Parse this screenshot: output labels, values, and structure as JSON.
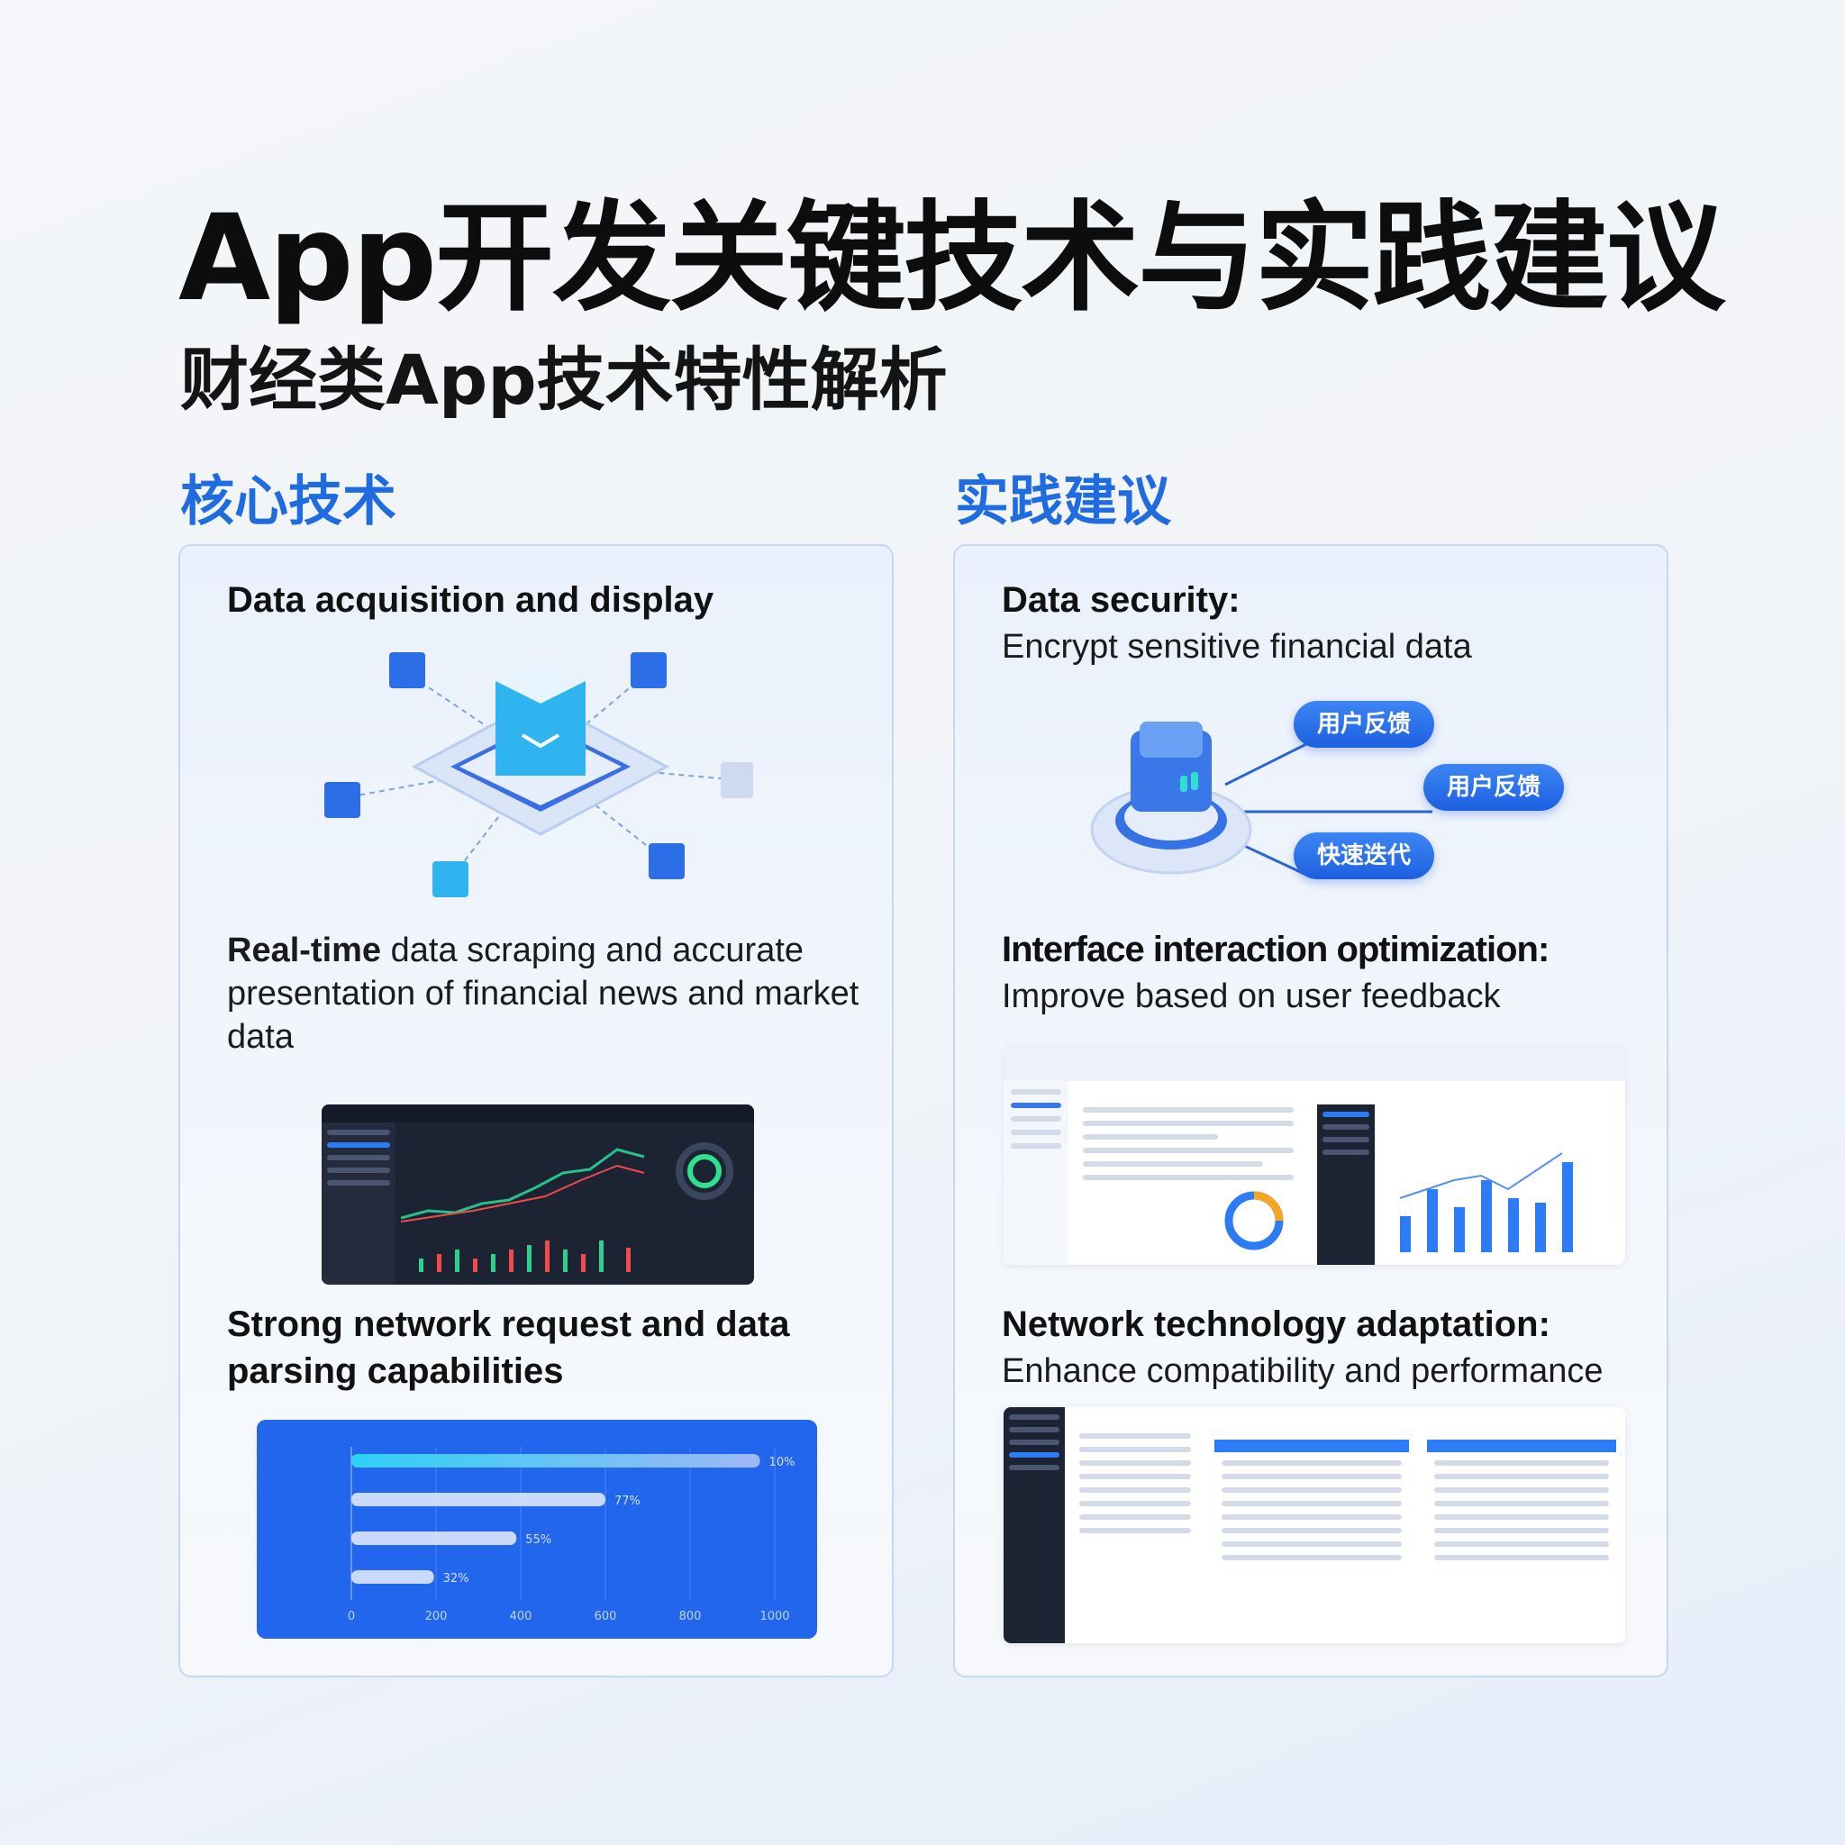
{
  "header": {
    "title": "App开发关键技术与实践建议",
    "subtitle": "财经类App技术特性解析"
  },
  "left": {
    "section_title": "核心技术",
    "block1_title": "Data acquisition and display",
    "block2_bold": "Real-time",
    "block2_text": " data scraping and accurate presentation of financial news and market data",
    "block3_title": "Strong network request and data parsing capabilities"
  },
  "right": {
    "section_title": "实践建议",
    "block1_title": "Data security:",
    "block1_text": "Encrypt sensitive financial data",
    "pills": [
      "用户反馈",
      "用户反馈",
      "快速迭代"
    ],
    "block2_title": "Interface interaction optimization:",
    "block2_text": "Improve based on user feedback",
    "block3_title": "Network technology adaptation:",
    "block3_text": "Enhance compatibility and performance"
  },
  "colors": {
    "accent": "#1f6be0",
    "chart_bg": "#2266ee",
    "dark_panel": "#1c2333"
  },
  "chart_data": {
    "type": "bar",
    "orientation": "horizontal",
    "values": [
      965,
      600,
      390,
      195
    ],
    "data_labels": [
      "10%",
      "77%",
      "55%",
      "32%"
    ],
    "xticks": [
      "0",
      "200",
      "400",
      "600",
      "800",
      "1000"
    ],
    "xlim": [
      0,
      1000
    ],
    "grid": true
  }
}
